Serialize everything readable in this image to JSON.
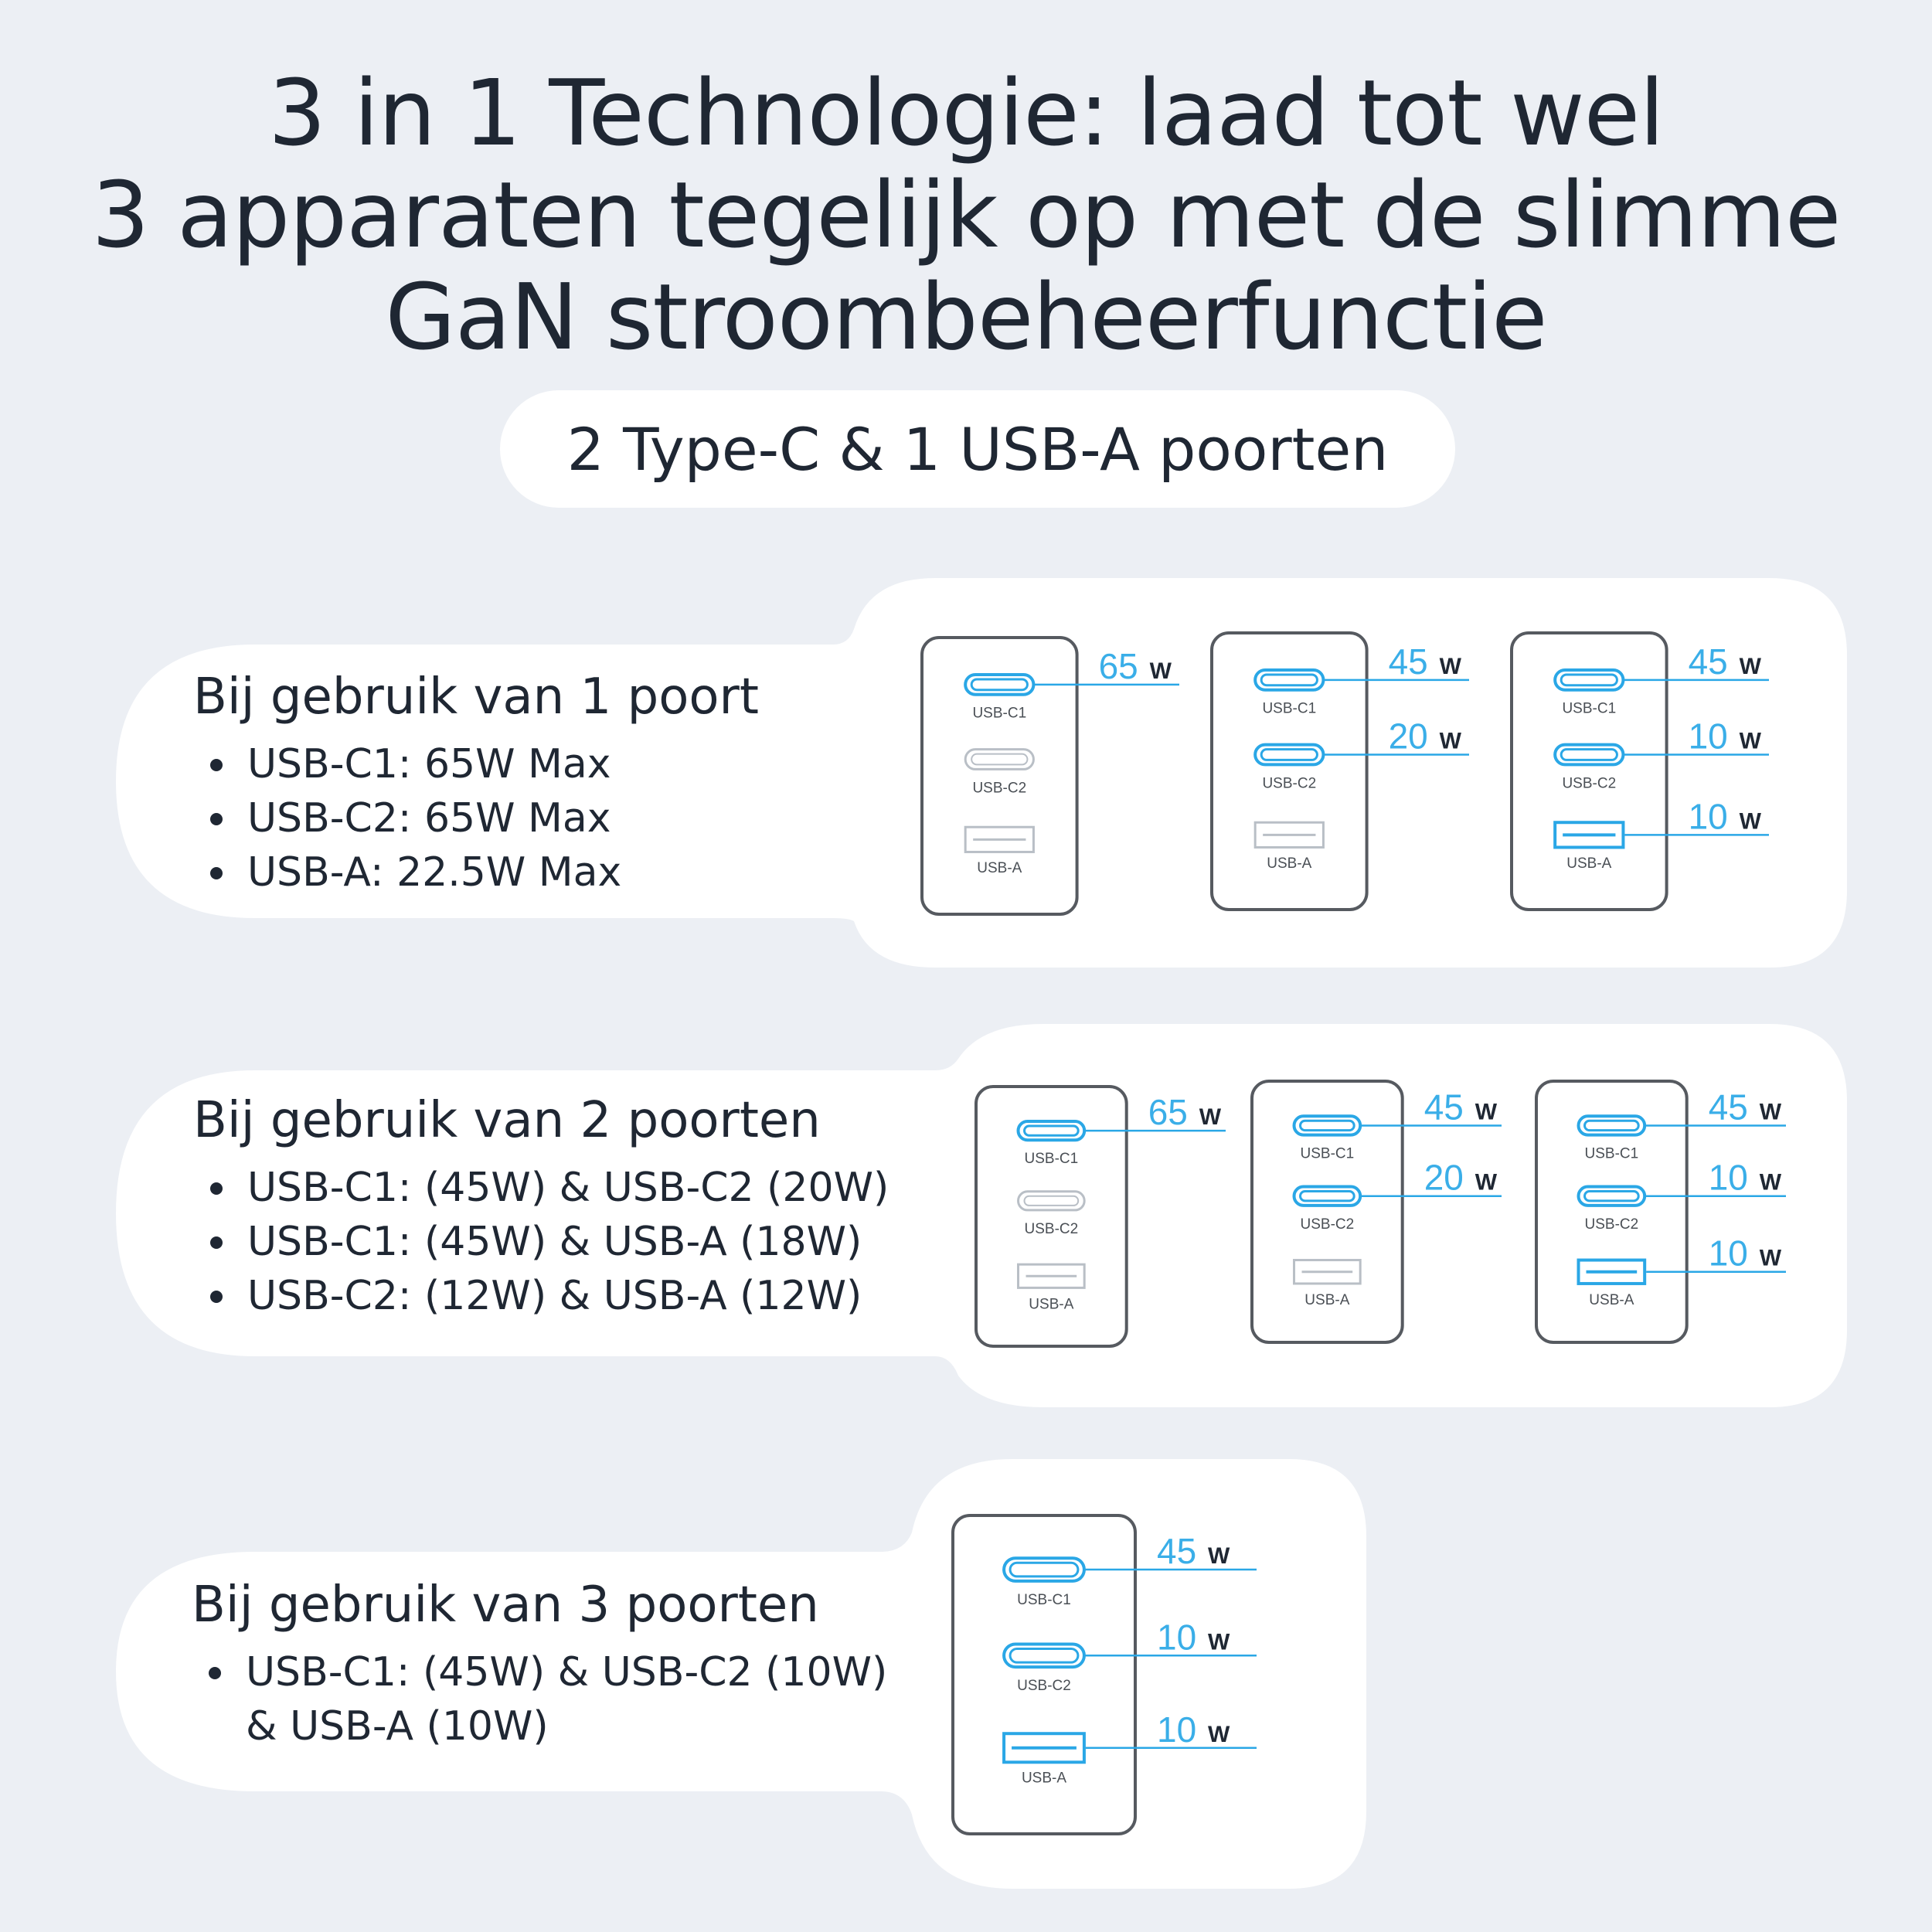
{
  "title": {
    "line1": "3 in 1 Technologie: laad tot wel",
    "line2": "3 apparaten tegelijk op met de slimme",
    "line3": "GaN stroombeheerfunctie"
  },
  "subtitle": "2 Type-C & 1 USB-A poorten",
  "port_labels": {
    "c1": "USB-C1",
    "c2": "USB-C2",
    "a": "USB-A"
  },
  "watt_unit": "W",
  "colors": {
    "accent": "#3aaee8",
    "text": "#1f2733",
    "panel": "#ffffff",
    "background": "#eceff4"
  },
  "sections": [
    {
      "heading": "Bij gebruik van 1 poort",
      "items": [
        "USB-C1: 65W Max",
        "USB-C2: 65W Max",
        "USB-A: 22.5W Max"
      ],
      "diagrams": [
        {
          "active": [
            "c1"
          ],
          "watts": {
            "c1": "65"
          }
        },
        {
          "active": [
            "c1",
            "c2"
          ],
          "watts": {
            "c1": "45",
            "c2": "20"
          }
        },
        {
          "active": [
            "c1",
            "c2",
            "a"
          ],
          "watts": {
            "c1": "45",
            "c2": "10",
            "a": "10"
          }
        }
      ]
    },
    {
      "heading": "Bij gebruik van 2 poorten",
      "items": [
        "USB-C1: (45W) & USB-C2 (20W)",
        "USB-C1: (45W) & USB-A (18W)",
        "USB-C2: (12W) & USB-A (12W)"
      ],
      "diagrams": [
        {
          "active": [
            "c1"
          ],
          "watts": {
            "c1": "65"
          }
        },
        {
          "active": [
            "c1",
            "c2"
          ],
          "watts": {
            "c1": "45",
            "c2": "20"
          }
        },
        {
          "active": [
            "c1",
            "c2",
            "a"
          ],
          "watts": {
            "c1": "45",
            "c2": "10",
            "a": "10"
          }
        }
      ]
    },
    {
      "heading": "Bij gebruik van 3 poorten",
      "items": [
        "USB-C1: (45W) & USB-C2 (10W)"
      ],
      "continuation": "& USB-A (10W)",
      "diagrams": [
        {
          "active": [
            "c1",
            "c2",
            "a"
          ],
          "watts": {
            "c1": "45",
            "c2": "10",
            "a": "10"
          }
        }
      ]
    }
  ]
}
